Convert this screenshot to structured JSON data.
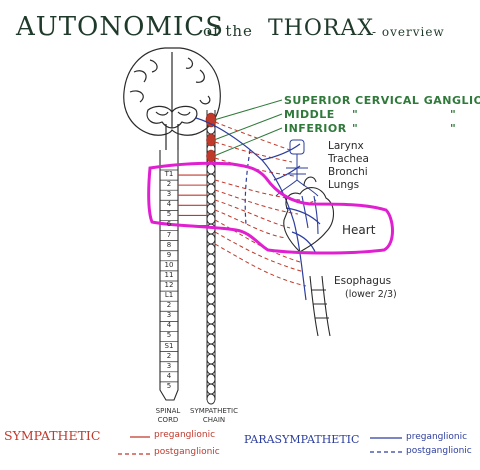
{
  "title": {
    "main": "AUTONOMICS",
    "of": "of the",
    "thorax": "THORAX",
    "sub": "- overview"
  },
  "ganglia": {
    "superior": "SUPERIOR CERVICAL GANGLION",
    "middle": "MIDDLE",
    "middle_mark": "\"",
    "middle_mark2": "\"",
    "inferior": "INFERIOR",
    "inferior_mark": "\"",
    "inferior_mark2": "\""
  },
  "organs": {
    "larynx": "Larynx",
    "trachea": "Trachea",
    "bronchi": "Bronchi",
    "lungs": "Lungs",
    "heart": "Heart",
    "esophagus": "Esophagus",
    "esophagus_note": "(lower 2/3)"
  },
  "spine_labels": {
    "spinal": "SPINAL",
    "cord": "CORD",
    "symp": "SYMPATHETIC",
    "chain": "CHAIN"
  },
  "segments": [
    "T1",
    "2",
    "3",
    "4",
    "5",
    "6",
    "7",
    "8",
    "9",
    "10",
    "11",
    "12",
    "L1",
    "2",
    "3",
    "4",
    "5",
    "S1",
    "2",
    "3",
    "4",
    "5"
  ],
  "legend": {
    "sympathetic": "SYMPATHETIC",
    "symp_pre": "preganglionic",
    "symp_post": "postganglionic",
    "parasympathetic": "PARASYMPATHETIC",
    "para_pre": "preganglionic",
    "para_post": "postganglionic"
  },
  "colors": {
    "red": "#c0392b",
    "blue": "#2c3e9e",
    "magenta": "#e020d0",
    "green": "#2f7a3a",
    "ink": "#2a2a2a"
  }
}
